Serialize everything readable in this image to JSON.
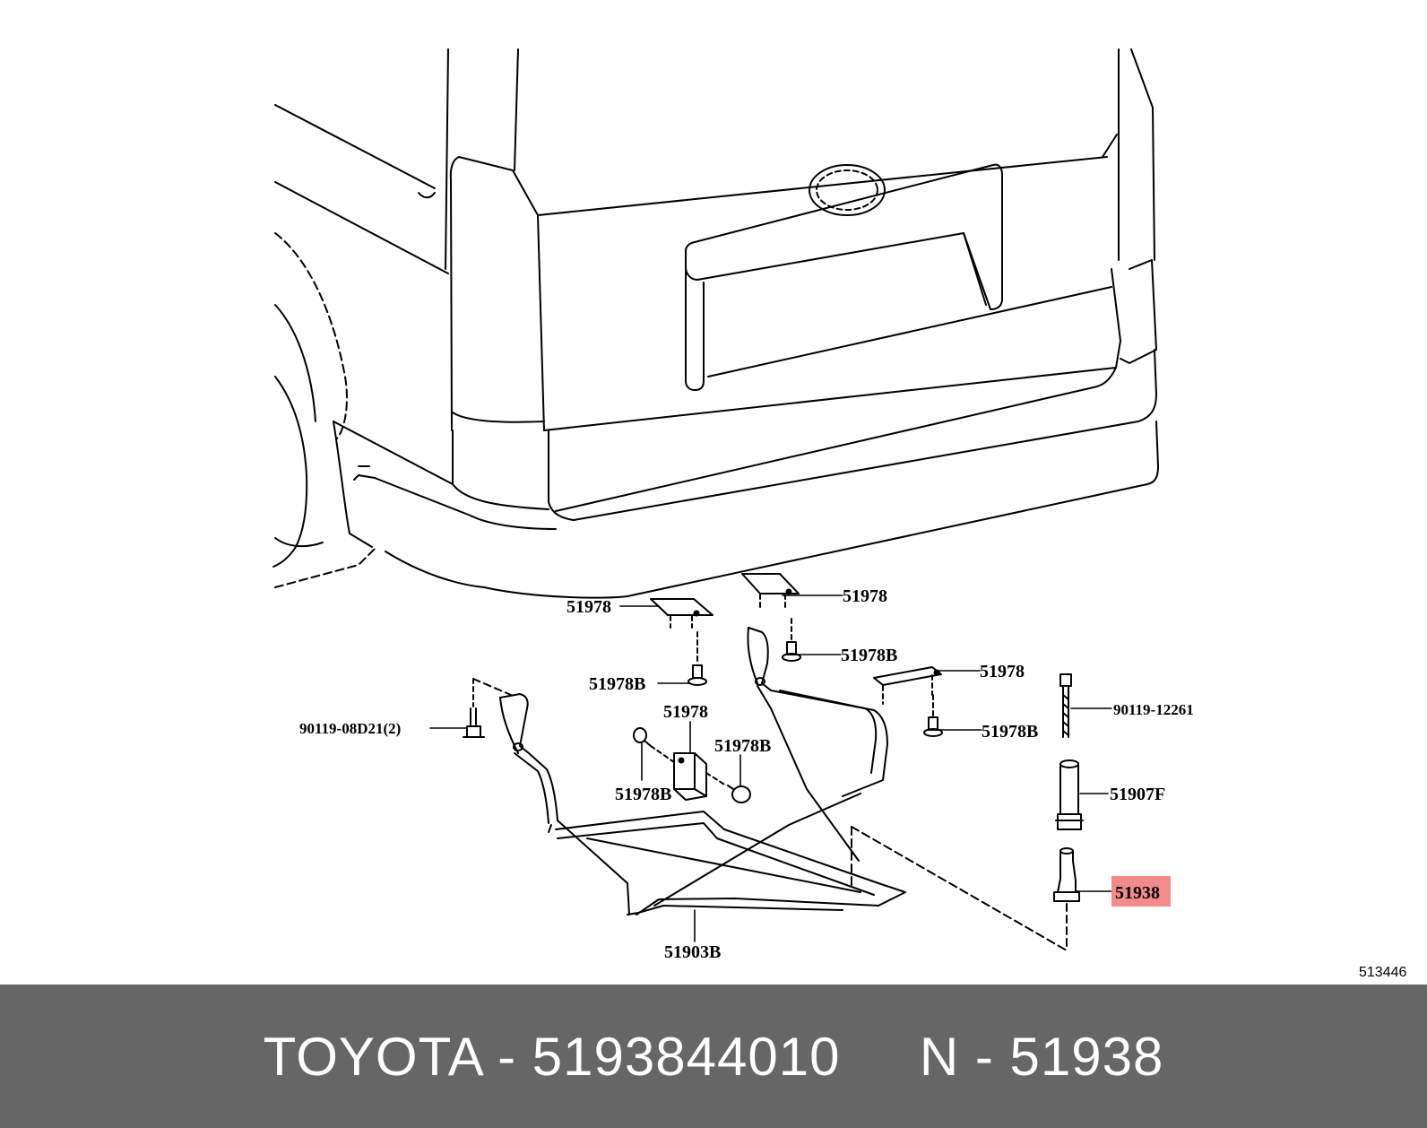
{
  "diagram": {
    "labels": {
      "bracket_left": "51978",
      "bracket_top": "51978",
      "bracket_right": "51978",
      "bracket_center": "51978",
      "clip_left": "51978B",
      "clip_top": "51978B",
      "clip_right": "51978B",
      "clip_center_right": "51978B",
      "clip_center_left": "51978B",
      "bolt_left": "90119-08D21(2)",
      "bolt_right": "90119-12261",
      "sleeve": "51907F",
      "hanger": "51938",
      "carrier": "51903B"
    },
    "highlighted_part": "51938",
    "highlight_color": "#f28b8b",
    "reference_number": "513446"
  },
  "footer": {
    "text": "TOYOTA - 5193844010     N - 51938",
    "background": "#666666",
    "color": "#ffffff"
  }
}
